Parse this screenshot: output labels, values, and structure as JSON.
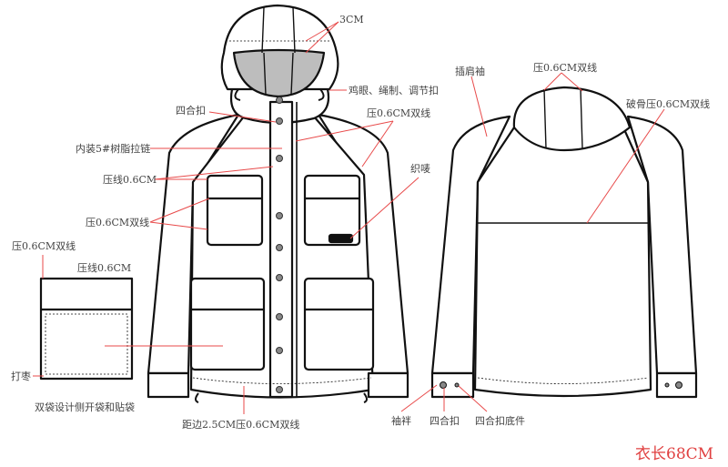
{
  "front": {
    "hood_height": "3CM",
    "eyelet": "鸡眼、绳制、调节扣",
    "snap": "四合扣",
    "raglan_stitch": "压0.6CM双线",
    "zipper": "内装5#树脂拉链",
    "woven_label": "织唛",
    "topstitch": "压线0.6CM",
    "chest_pocket_stitch": "压0.6CM双线",
    "hem_stitch": "距边2.5CM压0.6CM双线"
  },
  "pocket_detail": {
    "stitch": "压0.6CM双线",
    "flap_stitch": "压线0.6CM",
    "bartack": "打枣",
    "caption": "双袋设计侧开袋和贴袋"
  },
  "back": {
    "raglan": "插肩袖",
    "hood_stitch": "压0.6CM双线",
    "yoke_stitch": "破骨压0.6CM双线",
    "cuff_tab": "袖袢",
    "snap": "四合扣",
    "snap_base": "四合扣底件"
  },
  "length_note": "衣长68CM",
  "colors": {
    "accent": "#e04040",
    "leader": "#e84a4a",
    "hood_lining": "#bdbdbd"
  }
}
